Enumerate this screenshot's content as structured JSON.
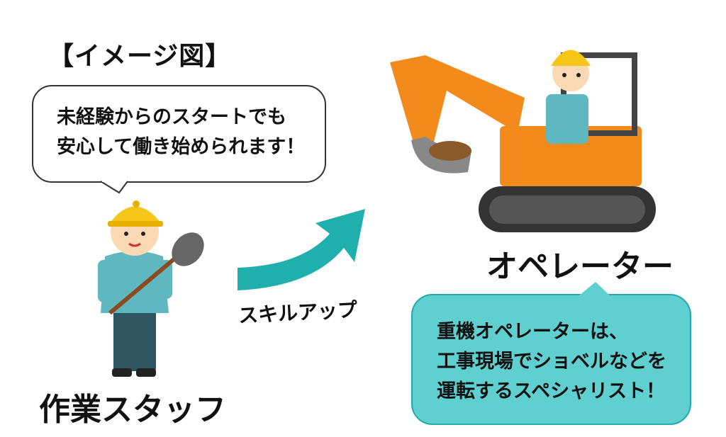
{
  "title": "【イメージ図】",
  "speech_bubble": {
    "line1": "未経験からのスタートでも",
    "line2": "安心して働き始められます！"
  },
  "worker_label": "作業スタッフ",
  "arrow_label": "スキルアップ",
  "operator_label": "オペレーター",
  "operator_bubble": {
    "line1": "重機オペレーターは、",
    "line2": "工事現場でショベルなどを",
    "line3": "運転するスペシャリスト！"
  },
  "colors": {
    "teal": "#1fb0ad",
    "bubble_teal": "#5fd0cf",
    "excavator": "#f28a1c",
    "helmet": "#f5c518"
  }
}
